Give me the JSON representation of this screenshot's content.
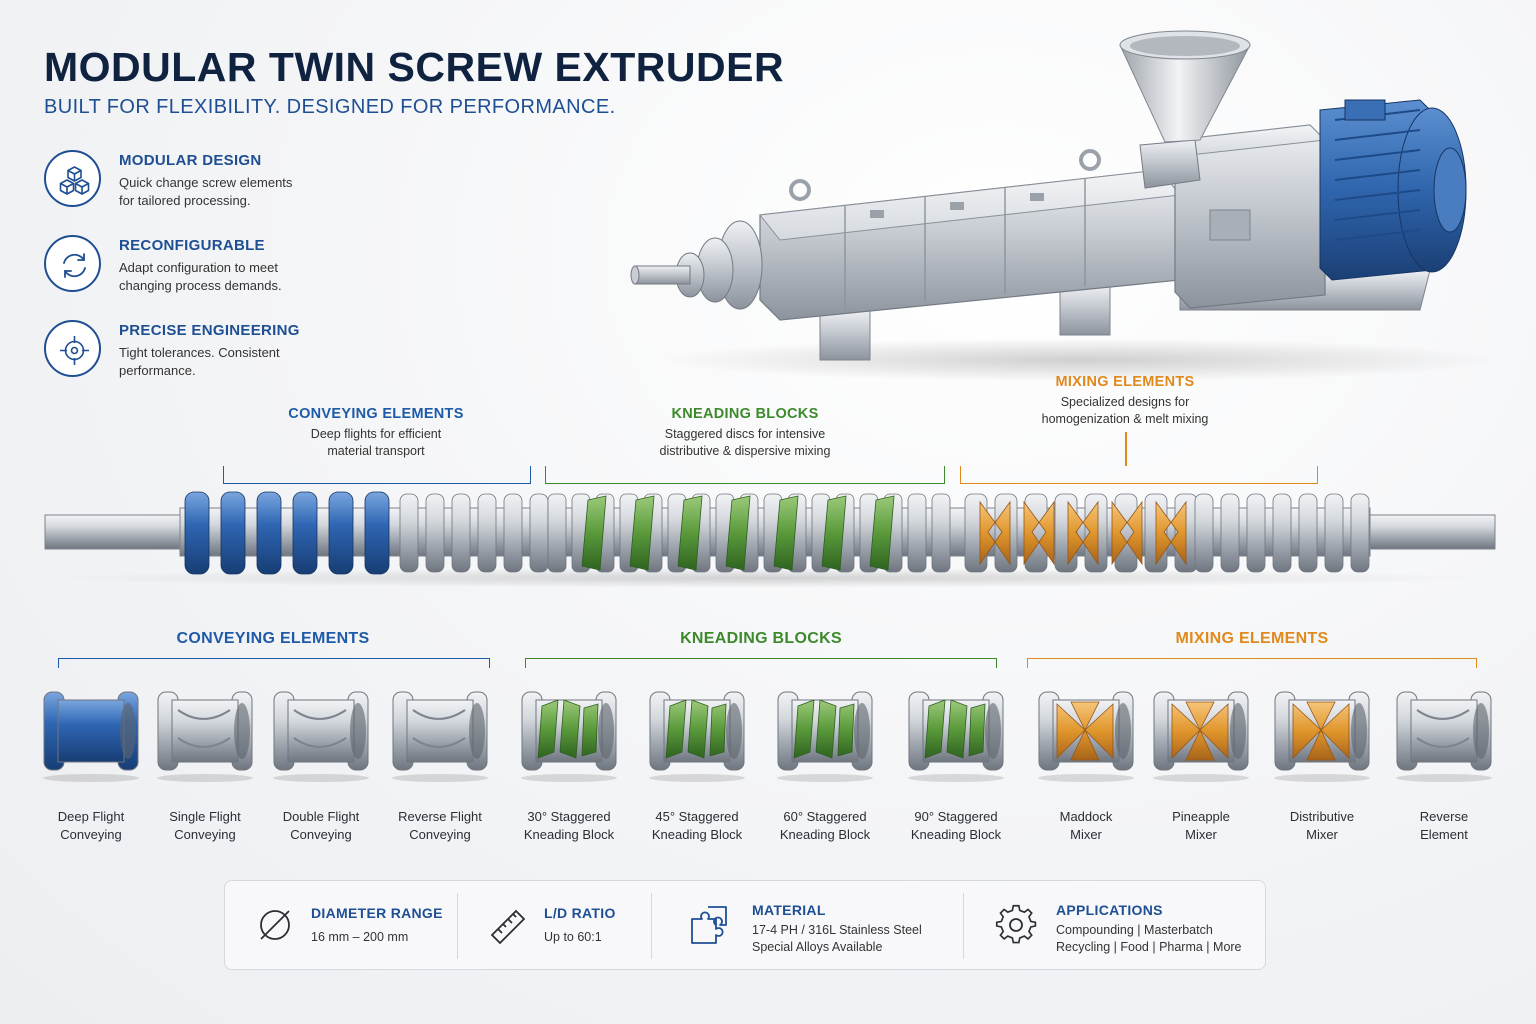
{
  "header": {
    "title": "MODULAR TWIN SCREW EXTRUDER",
    "subtitle": "BUILT FOR FLEXIBILITY. DESIGNED FOR PERFORMANCE."
  },
  "features": [
    {
      "title": "MODULAR DESIGN",
      "line1": "Quick change screw elements",
      "line2": "for tailored processing.",
      "icon": "cubes-icon"
    },
    {
      "title": "RECONFIGURABLE",
      "line1": "Adapt configuration to meet",
      "line2": "changing process demands.",
      "icon": "refresh-icon"
    },
    {
      "title": "PRECISE ENGINEERING",
      "line1": "Tight tolerances. Consistent",
      "line2": "performance.",
      "icon": "crosshair-icon"
    }
  ],
  "shaft_sections": {
    "conveying": {
      "title": "CONVEYING ELEMENTS",
      "line1": "Deep flights for efficient",
      "line2": "material transport"
    },
    "kneading": {
      "title": "KNEADING BLOCKS",
      "line1": "Staggered discs for intensive",
      "line2": "distributive & dispersive mixing"
    },
    "mixing": {
      "title": "MIXING ELEMENTS",
      "line1": "Specialized designs for",
      "line2": "homogenization & melt mixing"
    }
  },
  "catalog": {
    "conveying_title": "CONVEYING ELEMENTS",
    "kneading_title": "KNEADING BLOCKS",
    "mixing_title": "MIXING ELEMENTS",
    "elements": [
      {
        "line1": "Deep Flight",
        "line2": "Conveying"
      },
      {
        "line1": "Single Flight",
        "line2": "Conveying"
      },
      {
        "line1": "Double Flight",
        "line2": "Conveying"
      },
      {
        "line1": "Reverse Flight",
        "line2": "Conveying"
      },
      {
        "line1": "30° Staggered",
        "line2": "Kneading Block"
      },
      {
        "line1": "45° Staggered",
        "line2": "Kneading Block"
      },
      {
        "line1": "60° Staggered",
        "line2": "Kneading Block"
      },
      {
        "line1": "90° Staggered",
        "line2": "Kneading Block"
      },
      {
        "line1": "Maddock",
        "line2": "Mixer"
      },
      {
        "line1": "Pineapple",
        "line2": "Mixer"
      },
      {
        "line1": "Distributive",
        "line2": "Mixer"
      },
      {
        "line1": "Reverse",
        "line2": "Element"
      }
    ]
  },
  "specs": [
    {
      "title": "DIAMETER RANGE",
      "line1": "16 mm – 200 mm",
      "line2": "",
      "icon": "diameter-icon"
    },
    {
      "title": "L/D RATIO",
      "line1": "Up to 60:1",
      "line2": "",
      "icon": "ruler-icon"
    },
    {
      "title": "MATERIAL",
      "line1": "17-4 PH / 316L Stainless Steel",
      "line2": "Special Alloys Available",
      "icon": "puzzle-icon"
    },
    {
      "title": "APPLICATIONS",
      "line1": "Compounding | Masterbatch",
      "line2": "Recycling | Food | Pharma | More",
      "icon": "gear-icon"
    }
  ],
  "colors": {
    "navy": "#0f2240",
    "accent_blue": "#1e5aa8",
    "green": "#3d8a2c",
    "orange": "#e08a1e",
    "steel": "#b9bec6"
  }
}
